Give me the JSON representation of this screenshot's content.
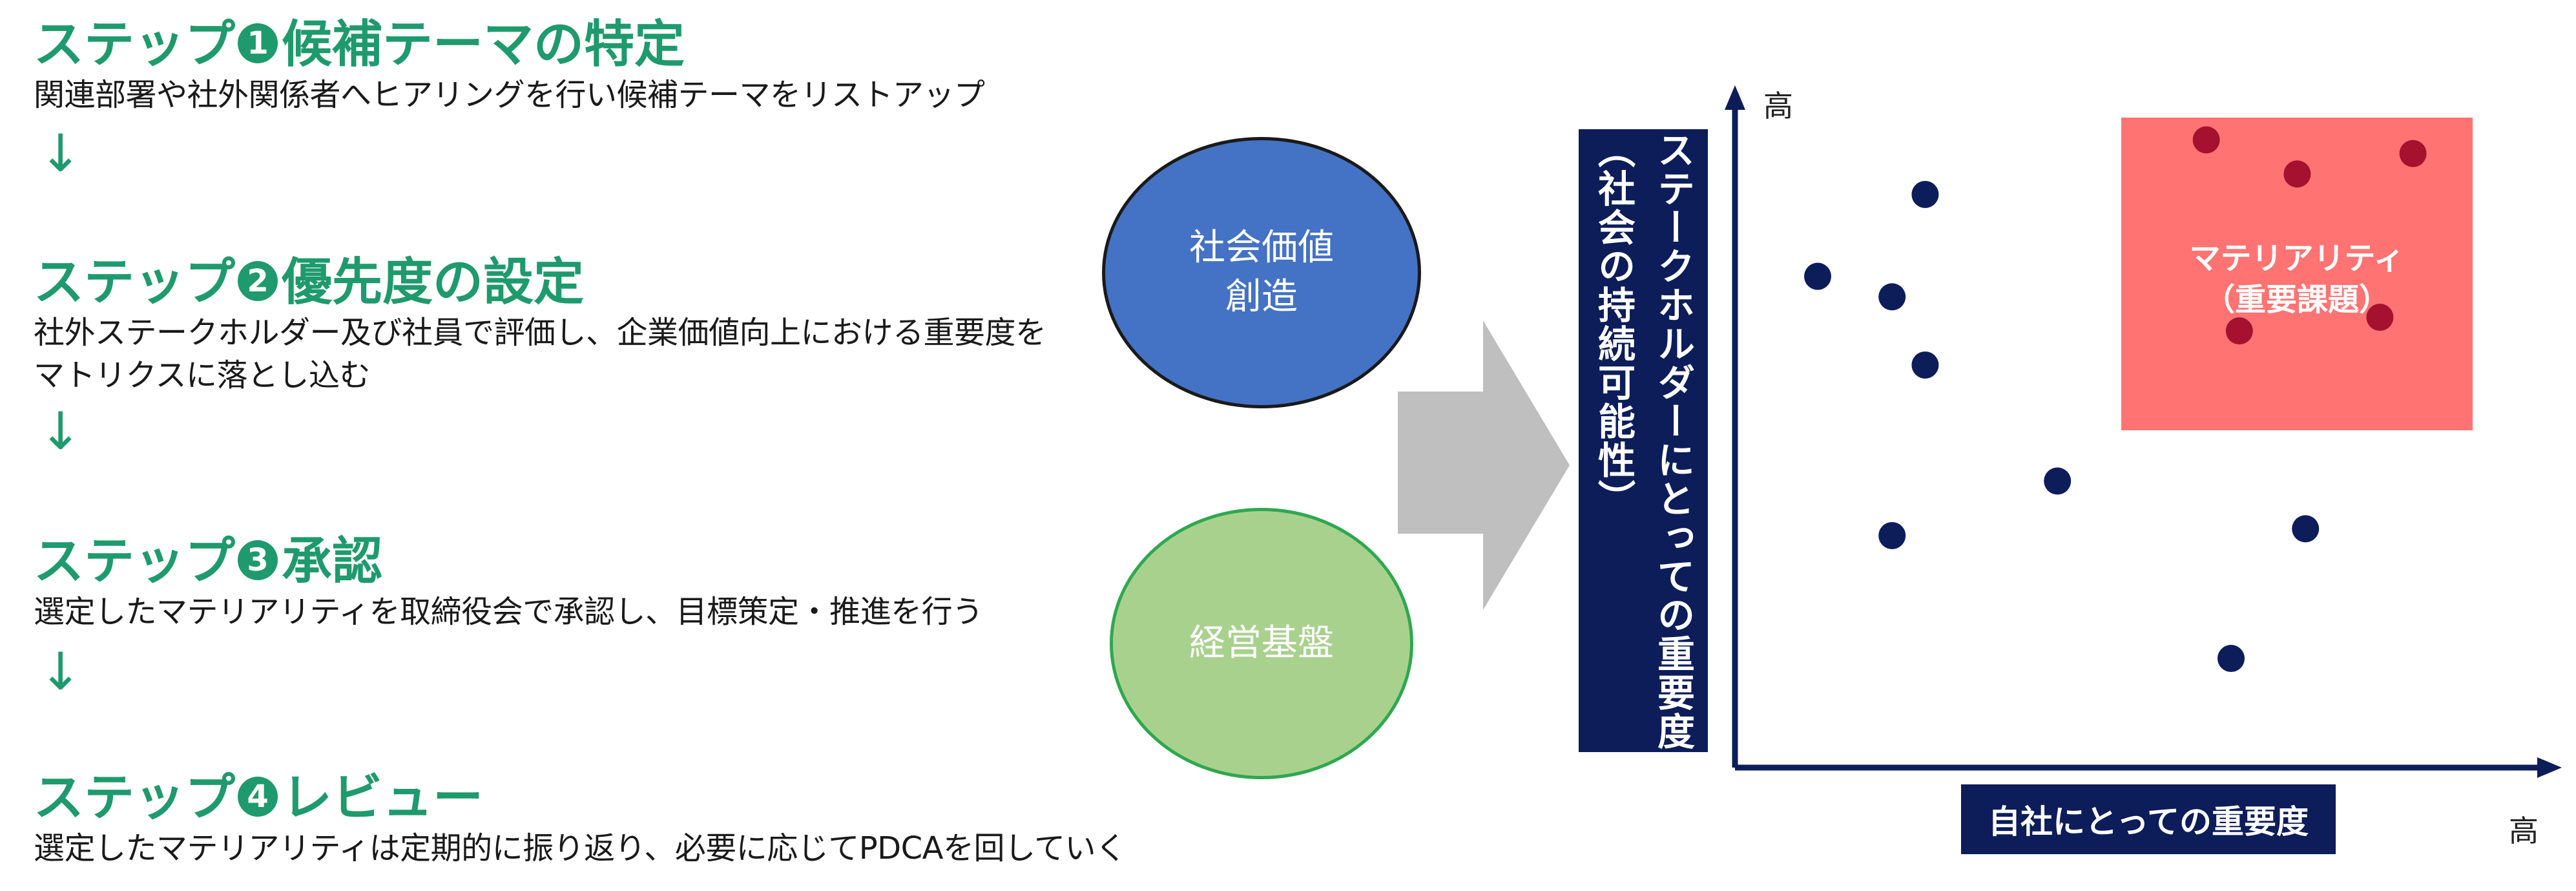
{
  "steps": [
    {
      "number": "1",
      "title": "候補テーマの特定",
      "description": "関連部署や社外関係者へヒアリングを行い候補テーマをリストアップ"
    },
    {
      "number": "2",
      "title": "優先度の設定",
      "description": "社外ステークホルダー及び社員で評価し、企業価値向上における重要度を\nマトリクスに落とし込む"
    },
    {
      "number": "3",
      "title": "承認",
      "description": "選定したマテリアリティを取締役会で承認し、目標策定・推進を行う"
    },
    {
      "number": "4",
      "title": "レビュー",
      "description": "選定したマテリアリティは定期的に振り返り、必要に応じてPDCAを回していく"
    }
  ],
  "step_prefix": "ステップ",
  "step_arrow": "↓",
  "circles": {
    "social_value": "社会価値\n創造",
    "management_base": "経営基盤"
  },
  "matrix": {
    "y_axis_label": "ステークホルダーにとっての重要度",
    "y_axis_sublabel": "（社会の持続可能性）",
    "x_axis_label": "自社にとっての重要度",
    "y_high": "高",
    "x_high": "高",
    "materiality_label": "マテリアリティ\n（重要課題）",
    "colors": {
      "axis": "#0c1d5a",
      "point": "#0c1d5a",
      "material_point": "#a6112f",
      "material_zone": "#ff7373"
    }
  },
  "chart_data": {
    "type": "scatter",
    "xlim": [
      0,
      100
    ],
    "ylim": [
      0,
      100
    ],
    "series": [
      {
        "points": [
          [
            10,
            72
          ],
          [
            23,
            84
          ],
          [
            19,
            69
          ],
          [
            23,
            59
          ],
          [
            39,
            42
          ],
          [
            19,
            34
          ],
          [
            69,
            35
          ],
          [
            60,
            16
          ]
        ]
      },
      {
        "points": [
          [
            57,
            92
          ],
          [
            68,
            87
          ],
          [
            82,
            90
          ],
          [
            61,
            64
          ],
          [
            78,
            66
          ]
        ]
      }
    ],
    "materiality_zone": {
      "x": [
        47,
        89
      ],
      "y": [
        50,
        100
      ]
    }
  }
}
